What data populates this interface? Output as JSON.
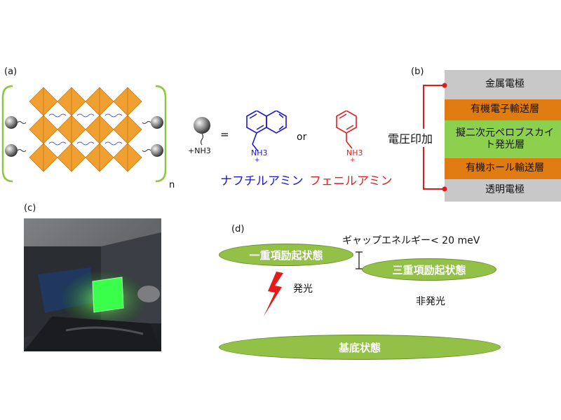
{
  "panels": {
    "a": "(a)",
    "b": "(b)",
    "c": "(c)",
    "d": "(d)"
  },
  "panel_a": {
    "equals": "=",
    "or": "or",
    "repeat_n": "n",
    "ammonium": "+NH3",
    "molecule_left": {
      "name": "ナフチルアミン",
      "group": "NH3",
      "charge": "+",
      "color": "#1a1acc"
    },
    "molecule_right": {
      "name": "フェニルアミン",
      "group": "NH3",
      "charge": "+",
      "color": "#e02020"
    },
    "octahedron_color": "#f0a030",
    "bracket_color": "#8cc63f"
  },
  "panel_b": {
    "voltage_label": "電圧印加",
    "layers": [
      {
        "label": "金属電極",
        "color": "#c8c8c8"
      },
      {
        "label": "有機電子輸送層",
        "color": "#e07b12"
      },
      {
        "label": "擬二次元ペロブスカイト発光層",
        "color": "#8cd04e"
      },
      {
        "label": "有機ホール輸送層",
        "color": "#e07b12"
      },
      {
        "label": "透明電極",
        "color": "#c8c8c8"
      }
    ],
    "connector_color": "#d91e1e"
  },
  "panel_d": {
    "gap_label": "ギャップエネルギー< 20 meV",
    "singlet": "一重項励起状態",
    "triplet": "三重項励起状態",
    "ground": "基底状態",
    "emission": "発光",
    "non_emission": "非発光",
    "state_color": "#93c047",
    "bolt_color": "#e51a1a"
  }
}
